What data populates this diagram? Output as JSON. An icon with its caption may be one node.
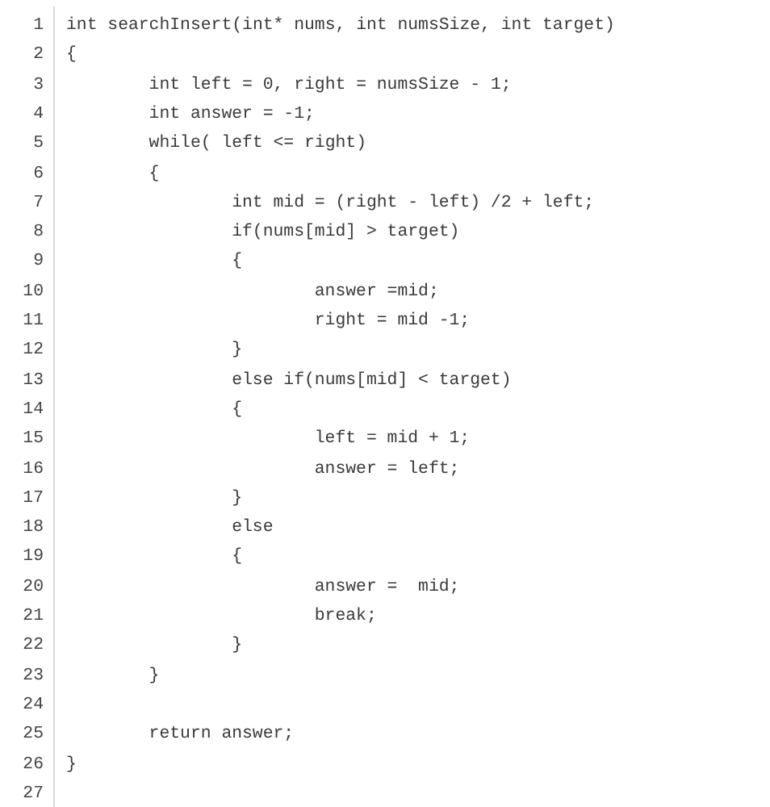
{
  "diagram": {
    "labels": [
      "1",
      "int searchInsert(int* nums, int numsSize, int target)",
      "2",
      "{",
      "3",
      "int left = 0, right = numsSize - 1;",
      "4",
      "int answer = -1;",
      "5",
      "while( left <= right)",
      "6",
      "{",
      "7",
      "int mid = (right - left) /2 + left;",
      "8",
      "if(nums[mid] > target)",
      "9",
      "{",
      "10",
      "answer =mid;",
      "11",
      "right = mid -1;",
      "12",
      "}",
      "13",
      "else if(nums[mid] < target)",
      "14",
      "{",
      "15",
      "left = mid + 1;",
      "16",
      "answer = left;",
      "17",
      "}",
      "18",
      "else",
      "19",
      "{",
      "20",
      "answer =  mid;",
      "21",
      "break;",
      "22",
      "}",
      "23",
      "}",
      "24",
      "25",
      "return answer;",
      "26",
      "}",
      "27"
    ]
  }
}
